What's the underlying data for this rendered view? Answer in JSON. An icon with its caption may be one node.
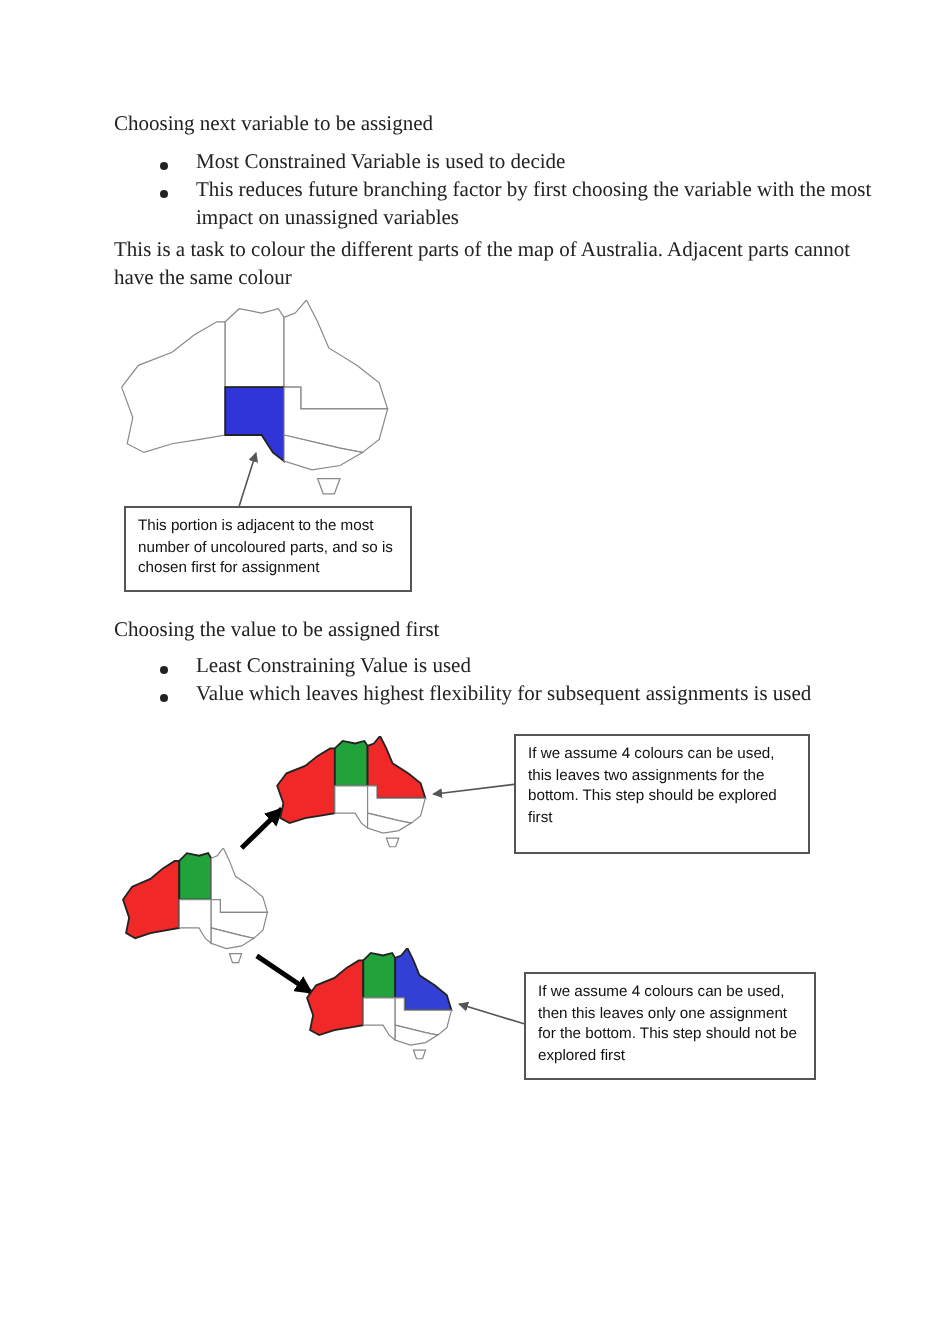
{
  "diagram": {
    "nodes": [
      {
        "text": [],
        "shape": "picture"
      },
      {
        "text": [
          "This portion is adjacent to the most number of uncoloured parts, and so is chosen first for assignment"
        ]
      },
      {
        "text": [],
        "shape": "picture"
      },
      {
        "text": [],
        "shape": "picture"
      },
      {
        "text": [
          "If we assume 4 colours can be used, this leaves two assignments for the bottom. This step should be explored first"
        ]
      },
      {
        "text": [],
        "shape": "picture"
      },
      {
        "text": [
          "If we assume 4 colours can be used, then this leaves only one assignment for the bottom. This step should not be explored first"
        ]
      }
    ],
    "edges": [
      {
        "from": 1,
        "to": 0,
        "arrow": "to"
      },
      {
        "from": 2,
        "to": 3,
        "arrow": "to",
        "style": "thick"
      },
      {
        "from": 2,
        "to": 5,
        "arrow": "to",
        "style": "thick"
      },
      {
        "from": 4,
        "to": 3,
        "arrow": "to"
      },
      {
        "from": 6,
        "to": 5,
        "arrow": "to"
      }
    ],
    "labels": [
      "Choosing next variable to be assigned",
      "Most Constrained Variable is used to decide",
      "This reduces future branching factor by first choosing the variable with the most impact on unassigned variables",
      "This is a task to colour the different parts of the map of Australia. Adjacent parts cannot have the same colour",
      "Choosing the value to be assigned first",
      "Least Constraining Value is used",
      "Value which leaves highest flexibility for subsequent assignments is used"
    ]
  }
}
